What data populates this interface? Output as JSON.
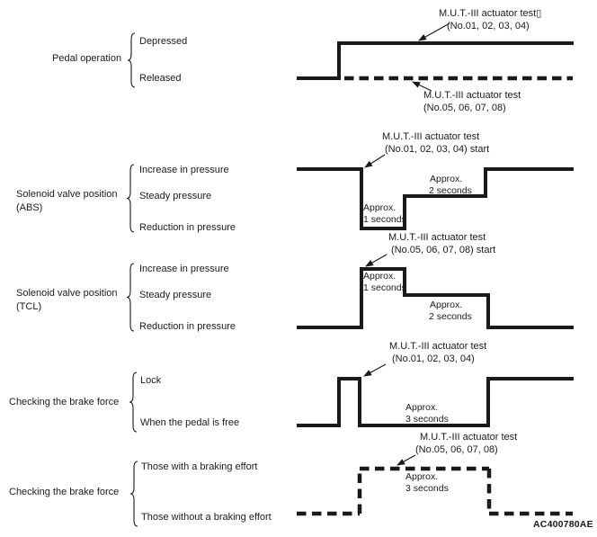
{
  "colors": {
    "ink": "#1a1a1a",
    "background": "#ffffff"
  },
  "figure_code": "AC400780AE",
  "pedal": {
    "category": "Pedal operation",
    "state_top": "Depressed",
    "state_bottom": "Released",
    "ann_solid_line1": "M.U.T.-III actuator test▯",
    "ann_solid_line2": "(No.01, 02, 03, 04)",
    "ann_dashed_line1": "M.U.T.-III actuator test",
    "ann_dashed_line2": "(No.05, 06, 07, 08)"
  },
  "abs": {
    "category": "Solenoid valve position",
    "category_sub": "(ABS)",
    "state_top": "Increase in pressure",
    "state_mid": "Steady pressure",
    "state_bottom": "Reduction in pressure",
    "ann_line1": "M.U.T.-III actuator test",
    "ann_line2": "(No.01, 02, 03, 04) start",
    "dur_low_line1": "Approx.",
    "dur_low_line2": "1 seconds",
    "dur_mid_line1": "Approx.",
    "dur_mid_line2": "2 seconds"
  },
  "tcl": {
    "category": "Solenoid valve position",
    "category_sub": "(TCL)",
    "state_top": "Increase in pressure",
    "state_mid": "Steady pressure",
    "state_bottom": "Reduction in pressure",
    "ann_line1": "M.U.T.-III actuator test",
    "ann_line2": "(No.05, 06, 07, 08) start",
    "dur_high_line1": "Approx.",
    "dur_high_line2": "1 seconds",
    "dur_mid_line1": "Approx.",
    "dur_mid_line2": "2 seconds"
  },
  "brake_solid": {
    "category": "Checking the brake force",
    "state_top": "Lock",
    "state_bottom": "When the pedal is free",
    "ann_line1": "M.U.T.-III actuator test",
    "ann_line2": "(No.01, 02, 03, 04)",
    "dur_line1": "Approx.",
    "dur_line2": "3 seconds"
  },
  "brake_dashed": {
    "category": "Checking the brake force",
    "state_top": "Those with a braking effort",
    "state_bottom": "Those without a braking effort",
    "ann_line1": "M.U.T.-III actuator test",
    "ann_line2": "(No.05, 06, 07, 08)",
    "dur_line1": "Approx.",
    "dur_line2": "3 seconds"
  }
}
